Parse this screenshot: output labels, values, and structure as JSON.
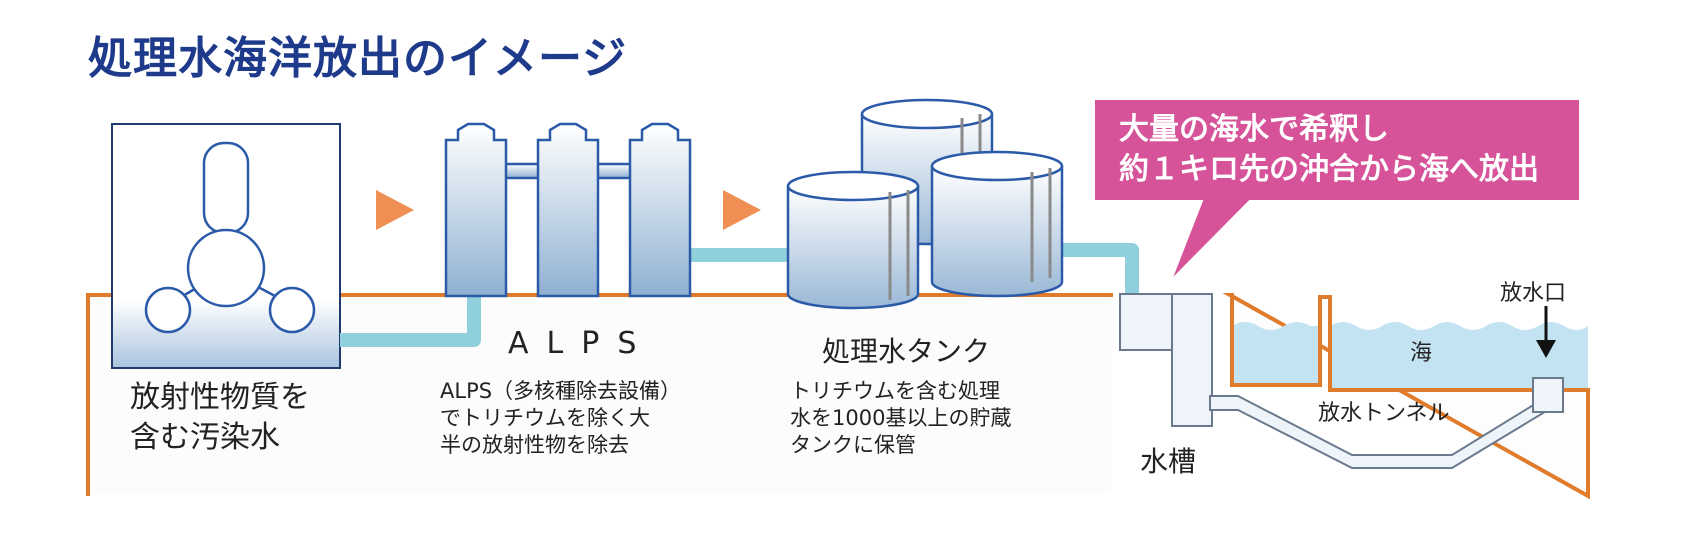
{
  "title": "処理水海洋放出のイメージ",
  "colors": {
    "title": "#1e3a8a",
    "outline": "#e07b2c",
    "arrow": "#ef8f54",
    "pipe": "#8fd0dc",
    "sea": "#c3e3f3",
    "callout": "#d6539a",
    "structure": "#2b5aa8"
  },
  "stages": {
    "contaminated": {
      "lines": [
        "放射性物質を",
        "含む汚染水"
      ]
    },
    "alps": {
      "name": "ALPS",
      "desc": [
        "ALPS（多核種除去設備）",
        "でトリチウムを除く大",
        "半の放射性物を除去"
      ]
    },
    "tank": {
      "name": "処理水タンク",
      "desc": [
        "トリチウムを含む処理",
        "水を1000基以上の貯蔵",
        "タンクに保管"
      ]
    },
    "water_tank": {
      "name": "水槽"
    },
    "sea": {
      "name": "海"
    },
    "tunnel": {
      "name": "放水トンネル"
    },
    "outlet": {
      "name": "放水口"
    }
  },
  "callout": {
    "lines": [
      "大量の海水で希釈し",
      "約１キロ先の沖合から海へ放出"
    ]
  },
  "icons": [
    "flow-arrow-icon",
    "outlet-down-arrow-icon"
  ]
}
